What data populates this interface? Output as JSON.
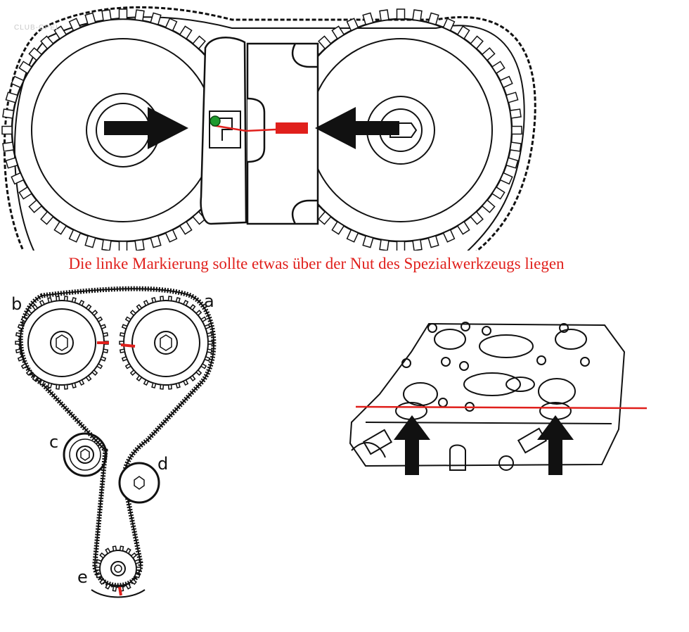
{
  "caption": "Die linke Markierung sollte etwas über der Nut des Spezialwerkzeugs liegen",
  "labels": {
    "a": "a",
    "b": "b",
    "c": "c",
    "d": "d",
    "e": "e"
  },
  "watermark": "CLUB-OPEL",
  "colors": {
    "ink": "#111111",
    "mark": "#e0201c",
    "dot": "#1f9a2e",
    "paper": "#ffffff"
  },
  "icons": [
    "arrow-right-icon",
    "arrow-left-icon",
    "arrow-up-icon"
  ]
}
